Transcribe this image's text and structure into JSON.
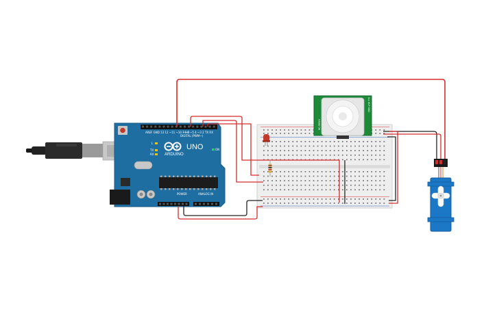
{
  "arduino": {
    "brand": "ARDUINO",
    "model": "UNO",
    "digital_label": "DIGITAL (PWM~)",
    "power_label": "POWER",
    "analog_label": "ANALOG IN",
    "on_label": "ON",
    "tx_label": "TX",
    "rx_label": "RX",
    "l_label": "L"
  },
  "pir": {
    "left_text": "HC-SR501",
    "right_text": "Vcc OUT GND"
  },
  "colors": {
    "board": "#1f6ea1",
    "wire_red": "#d72b2b",
    "wire_black": "#222222",
    "pir_board": "#1d8a3a",
    "servo": "#1b78c7",
    "breadboard": "#eeeeee",
    "led": "#c0392b"
  }
}
